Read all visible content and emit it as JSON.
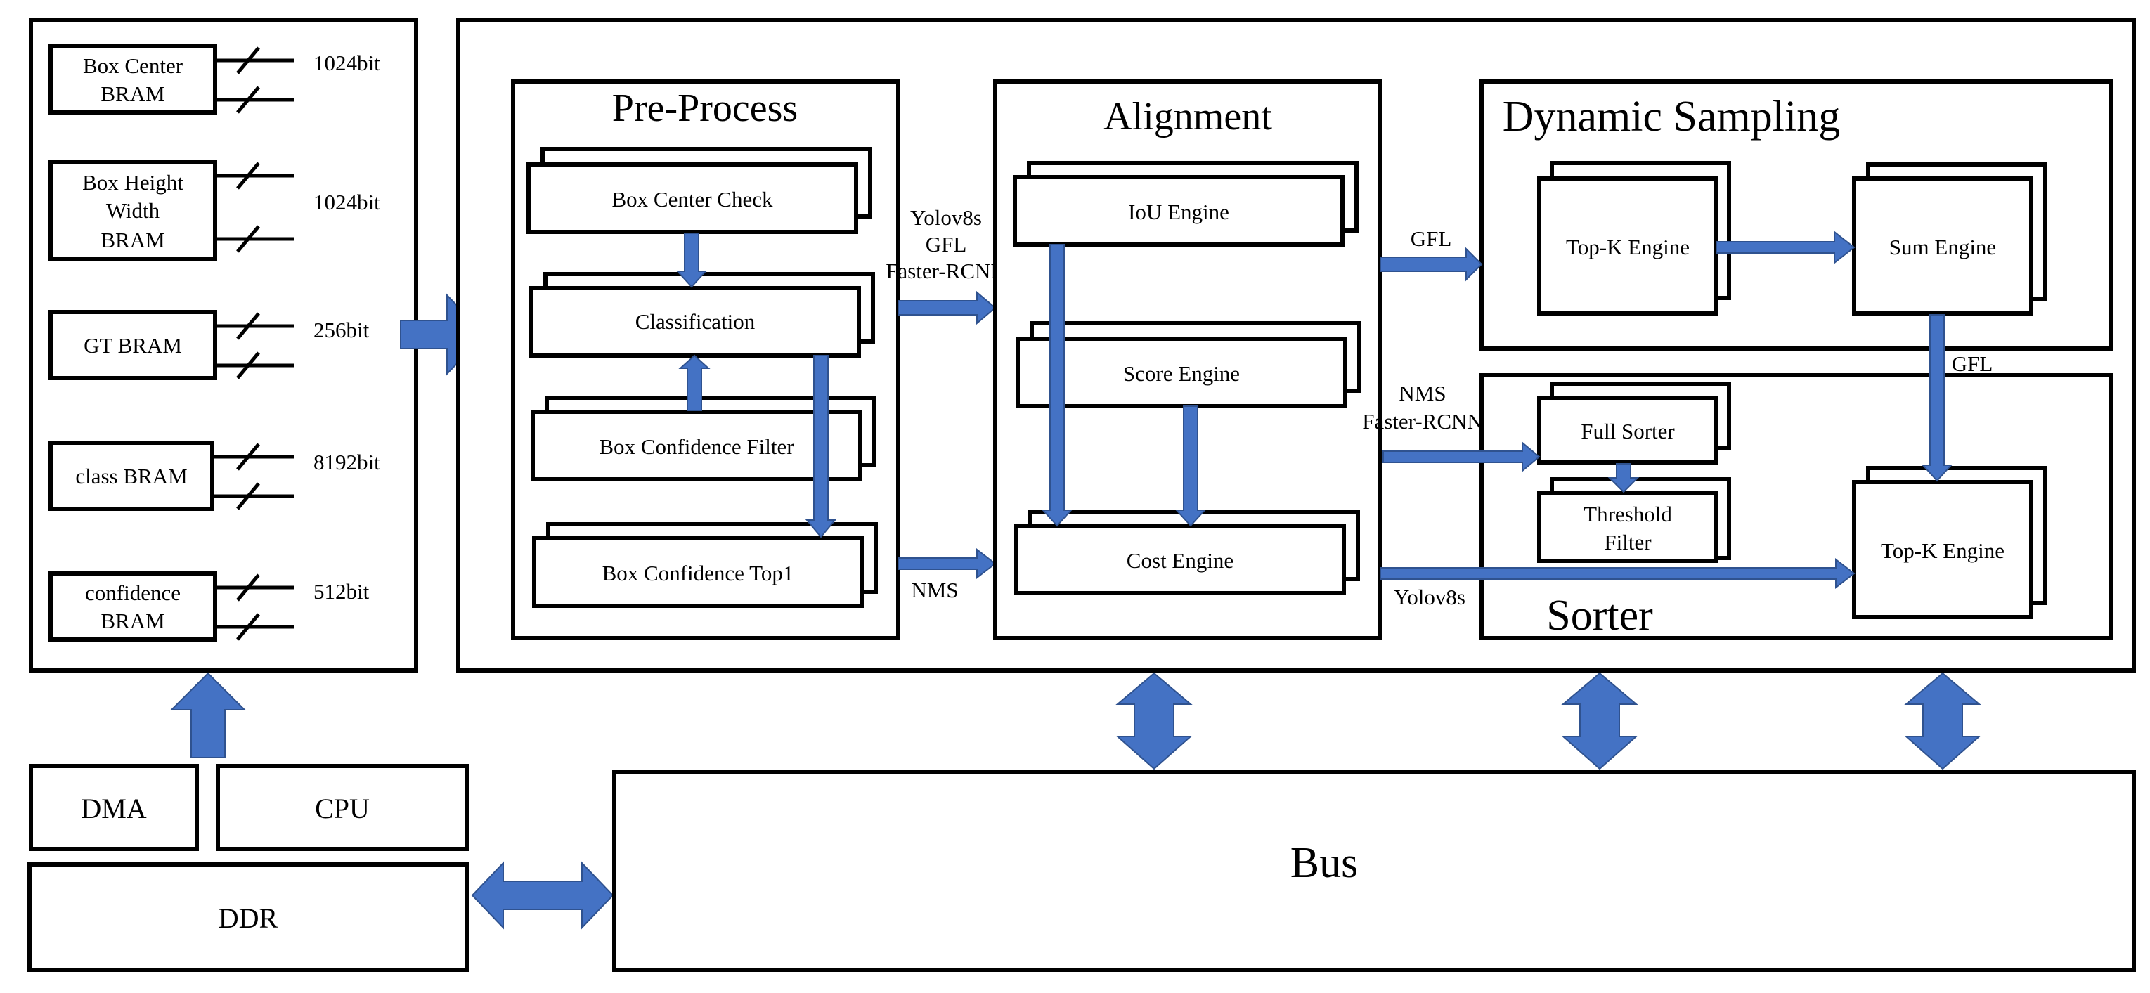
{
  "colors": {
    "arrow": "#4472C4",
    "arrow_stroke": "#2F528F",
    "box_stroke": "#000000"
  },
  "brams": [
    {
      "name_lines": [
        "Box Center",
        "BRAM"
      ],
      "width_label": "1024bit"
    },
    {
      "name_lines": [
        "Box Height",
        "Width",
        "BRAM"
      ],
      "width_label": "1024bit"
    },
    {
      "name_lines": [
        "GT BRAM"
      ],
      "width_label": "256bit"
    },
    {
      "name_lines": [
        "class BRAM"
      ],
      "width_label": "8192bit"
    },
    {
      "name_lines": [
        "confidence",
        "BRAM"
      ],
      "width_label": "512bit"
    }
  ],
  "preprocess": {
    "title": "Pre-Process",
    "blocks": [
      "Box Center Check",
      "Classification",
      "Box Confidence Filter",
      "Box Confidence Top1"
    ]
  },
  "alignment": {
    "title": "Alignment",
    "blocks": [
      "IoU Engine",
      "Score Engine",
      "Cost Engine"
    ]
  },
  "dynamic_sampling": {
    "title": "Dynamic Sampling",
    "blocks": [
      "Top-K Engine",
      "Sum Engine"
    ]
  },
  "sorter": {
    "title": "Sorter",
    "full_sorter": "Full Sorter",
    "threshold_filter_lines": [
      "Threshold",
      "Filter"
    ],
    "topk": "Top-K Engine"
  },
  "labels": {
    "pre_to_align_upper": [
      "Yolov8s",
      "GFL",
      "Faster-RCNN"
    ],
    "pre_to_align_lower": "NMS",
    "align_to_dyn": "GFL",
    "align_to_sorter": [
      "NMS",
      "Faster-RCNN"
    ],
    "align_to_topk": "Yolov8s",
    "sum_to_topk": "GFL"
  },
  "system": {
    "dma": "DMA",
    "cpu": "CPU",
    "ddr": "DDR",
    "bus": "Bus"
  }
}
